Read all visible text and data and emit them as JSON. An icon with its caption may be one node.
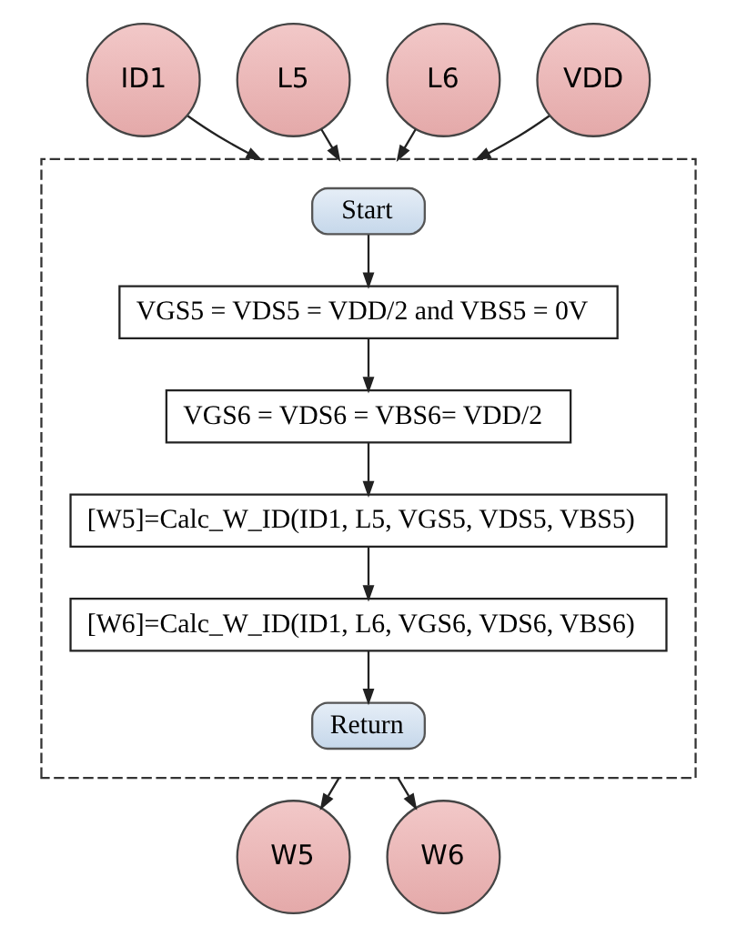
{
  "diagram": {
    "nodes": [
      {
        "text": [
          "ID1"
        ]
      },
      {
        "text": [
          "L5"
        ]
      },
      {
        "text": [
          "L6"
        ]
      },
      {
        "text": [
          "VDD"
        ]
      },
      {
        "text": [],
        "shape": "box"
      },
      {
        "text": [
          "Start"
        ],
        "in": 4
      },
      {
        "text": [
          "VGS5 = VDS5 = VDD/2 and VBS5 = 0V"
        ],
        "in": 4
      },
      {
        "text": [
          "VGS6 = VDS6 = VBS6= VDD/2"
        ],
        "in": 4
      },
      {
        "text": [
          "[W5]=Calc_W_ID(ID1, L5, VGS5, VDS5, VBS5)"
        ],
        "in": 4
      },
      {
        "text": [
          "[W6]=Calc_W_ID(ID1, L6, VGS6, VDS6, VBS6)"
        ],
        "in": 4
      },
      {
        "text": [
          "Return"
        ],
        "in": 4
      },
      {
        "text": [
          "W5"
        ]
      },
      {
        "text": [
          "W6"
        ]
      }
    ],
    "edges": [
      {
        "from": 0,
        "to": 4,
        "arrow": "to"
      },
      {
        "from": 1,
        "to": 4,
        "arrow": "to"
      },
      {
        "from": 2,
        "to": 4,
        "arrow": "to"
      },
      {
        "from": 3,
        "to": 4,
        "arrow": "to"
      },
      {
        "from": 5,
        "to": 6,
        "arrow": "to"
      },
      {
        "from": 6,
        "to": 7,
        "arrow": "to"
      },
      {
        "from": 7,
        "to": 8,
        "arrow": "to"
      },
      {
        "from": 8,
        "to": 9,
        "arrow": "to"
      },
      {
        "from": 9,
        "to": 10,
        "arrow": "to"
      },
      {
        "from": 4,
        "to": 11,
        "arrow": "to"
      },
      {
        "from": 4,
        "to": 12,
        "arrow": "to"
      }
    ]
  }
}
